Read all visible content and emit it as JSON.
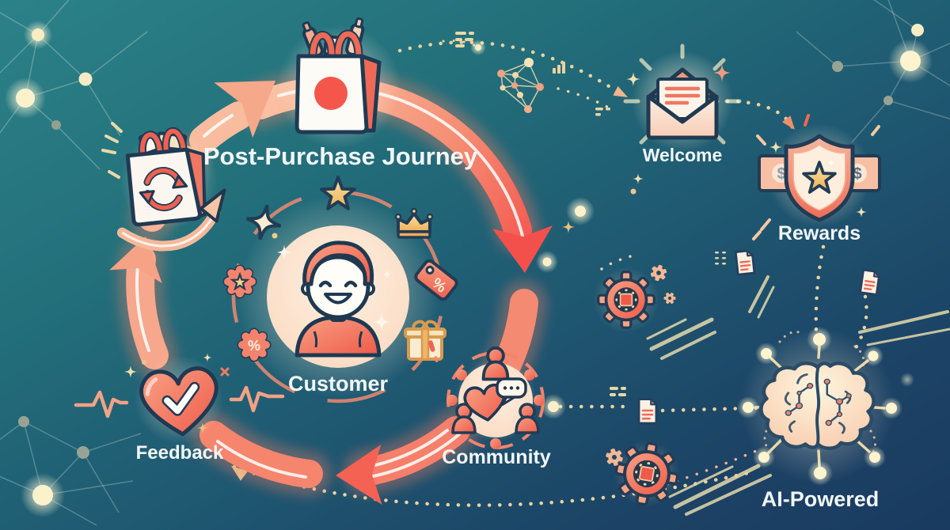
{
  "title": "Post-Purchase Journey",
  "labels": {
    "customer": "Customer",
    "feedback": "Feedback",
    "community": "Community",
    "welcome": "Welcome",
    "rewards": "Rewards",
    "ai_powered": "AI-Powered"
  },
  "glyphs": {
    "percent": "%",
    "dollar": "$"
  },
  "journey_loop": {
    "center": {
      "label": "Customer",
      "icon": "customer-avatar"
    },
    "stages": [
      {
        "icon": "shopping-bag",
        "caption": "Post-Purchase Journey",
        "position": "top"
      },
      {
        "icon": "community-group",
        "caption": "Community",
        "position": "bottom-right"
      },
      {
        "icon": "feedback-heart",
        "caption": "Feedback",
        "position": "bottom-left"
      },
      {
        "icon": "repeat-purchase-bag",
        "position": "left"
      }
    ],
    "satellites": [
      "star",
      "sparkle",
      "crown",
      "star-badge",
      "discount-tag",
      "percent-badge",
      "gift-box"
    ]
  },
  "right_flow": {
    "nodes": [
      {
        "icon": "email-envelope",
        "caption": "Welcome"
      },
      {
        "icon": "shield-star-banknotes",
        "caption": "Rewards"
      },
      {
        "icon": "ai-brain-network",
        "caption": "AI-Powered"
      }
    ],
    "decor": [
      "chip-gear",
      "small-gears",
      "document",
      "bar-chart",
      "network-graph",
      "dotted-connectors",
      "constellations",
      "light-streaks"
    ]
  },
  "colors": {
    "bg_teal": "#2c8188",
    "bg_navy": "#1a3a60",
    "coral": "#f4705b",
    "red": "#f2544d",
    "salmon": "#f8ab8d",
    "peach": "#fde7d6",
    "cream": "#ead6a6",
    "gold": "#f3c678",
    "outline_navy": "#223c55",
    "text": "#f2f6f6"
  }
}
